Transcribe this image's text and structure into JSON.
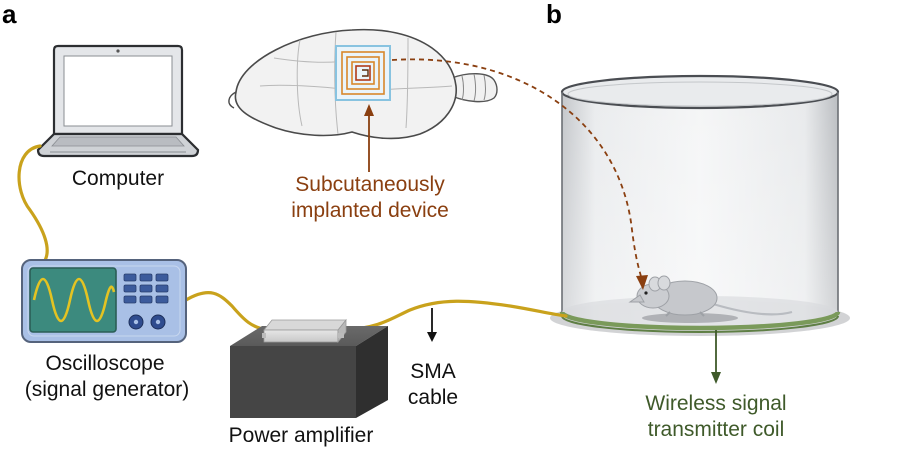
{
  "panels": {
    "a": "a",
    "b": "b"
  },
  "labels": {
    "computer": "Computer",
    "oscilloscope_line1": "Oscilloscope",
    "oscilloscope_line2": "(signal generator)",
    "amplifier": "Power amplifier",
    "sma_line1": "SMA",
    "sma_line2": "cable",
    "device_line1": "Subcutaneously",
    "device_line2": "implanted device",
    "coil_line1": "Wireless signal",
    "coil_line2": "transmitter coil"
  },
  "colors": {
    "cable": "#c9a21c",
    "device_label": "#8a3f10",
    "coil_label": "#3f5a2a",
    "coil": "#7a9a5a",
    "oscilloscope_body": "#a9c0e6",
    "oscilloscope_screen": "#3c8a7e",
    "waveform": "#e4c322",
    "amplifier": "#4a4a4a"
  },
  "icons": {
    "computer": "laptop-icon",
    "oscilloscope": "oscilloscope-icon",
    "amplifier": "amplifier-box-icon",
    "mouse_head": "mouse-head-icon",
    "mouse": "mouse-icon",
    "enclosure": "cylinder-enclosure-icon"
  }
}
